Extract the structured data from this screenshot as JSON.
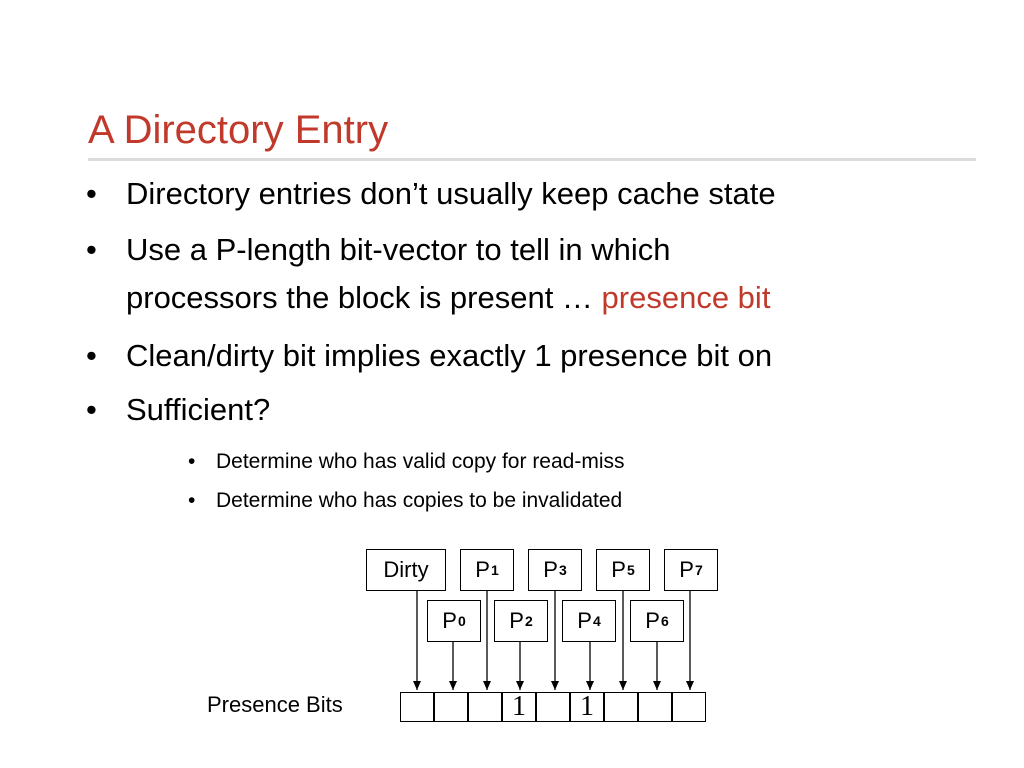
{
  "slide": {
    "title": "A Directory Entry",
    "bullets": [
      {
        "text": "Directory entries don’t usually keep cache state"
      },
      {
        "line1": "Use a P-length bit-vector to tell in which",
        "line2": "processors the block is present … ",
        "line2_highlight": "presence bit"
      },
      {
        "text": "Clean/dirty bit implies exactly 1 presence bit on"
      },
      {
        "text": "Sufficient?"
      }
    ],
    "sub_bullets": [
      "Determine who has valid copy for read-miss",
      "Determine who has copies to be invalidated"
    ],
    "bullet_glyph": "•",
    "accent_color": "#c0392b"
  },
  "diagram": {
    "dirty_label": "Dirty",
    "processor_prefix": "P",
    "top_row": [
      "1",
      "3",
      "5",
      "7"
    ],
    "bottom_row": [
      "0",
      "2",
      "4",
      "6"
    ],
    "presence_label": "Presence Bits",
    "bits": [
      "",
      "",
      "",
      "1",
      "",
      "1",
      "",
      "",
      ""
    ]
  }
}
